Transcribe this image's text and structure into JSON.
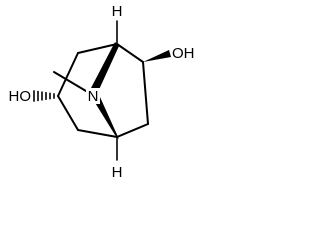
{
  "molecule": {
    "atoms": {
      "h_top": "H",
      "oh_right": "OH",
      "ho_left": "HO",
      "n_bridge": "N",
      "h_bottom": "H"
    }
  }
}
